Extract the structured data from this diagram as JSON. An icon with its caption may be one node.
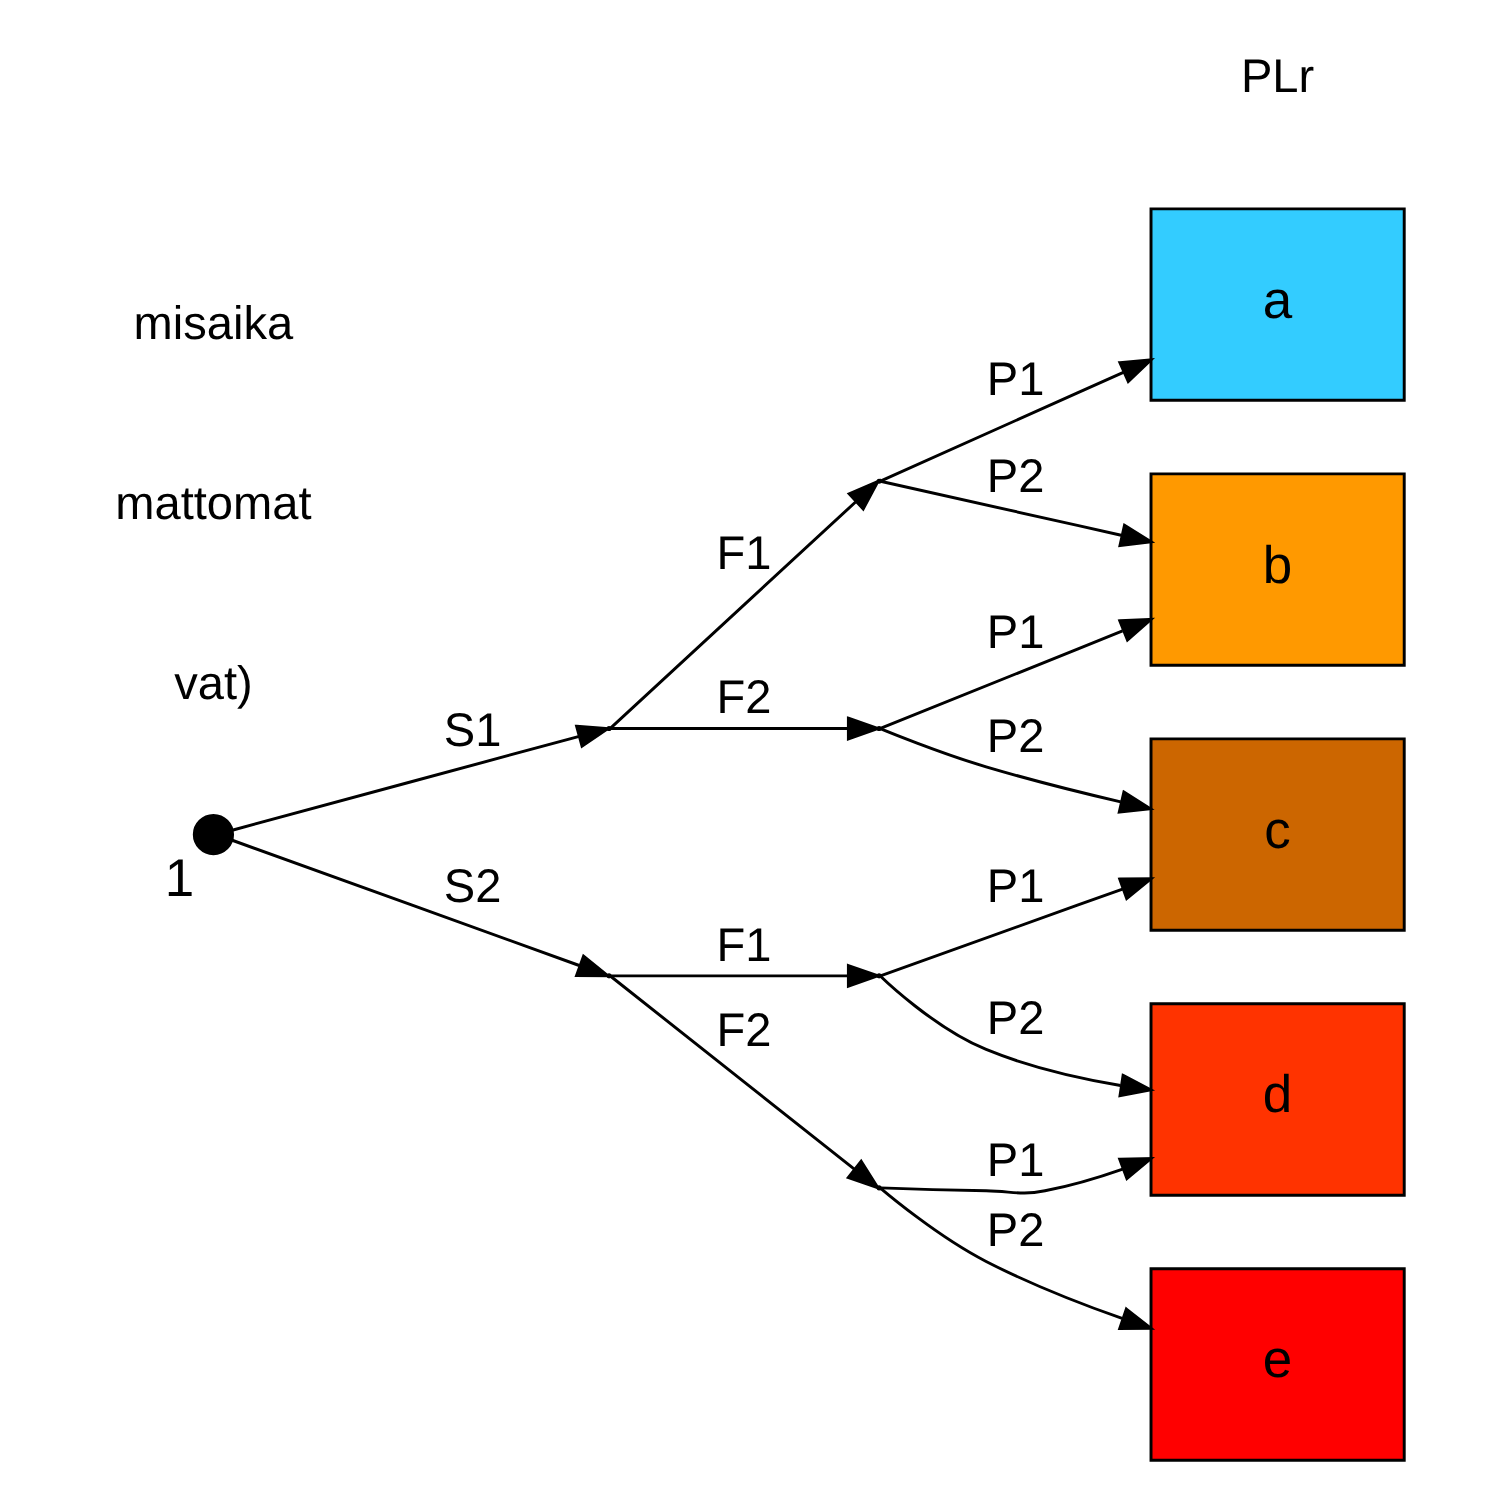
{
  "diagram": {
    "nodes": [
      {
        "text": [],
        "shape": "circle",
        "beside": [
          "1"
        ]
      },
      {
        "text": [],
        "shape": "point"
      },
      {
        "text": [],
        "shape": "point"
      },
      {
        "text": [],
        "shape": "point"
      },
      {
        "text": [],
        "shape": "point"
      },
      {
        "text": [],
        "shape": "point"
      },
      {
        "text": [],
        "shape": "point"
      },
      {
        "text": [
          "a"
        ]
      },
      {
        "text": [
          "b"
        ]
      },
      {
        "text": [
          "c"
        ]
      },
      {
        "text": [
          "d"
        ]
      },
      {
        "text": [
          "e"
        ]
      }
    ],
    "edges": [
      {
        "from": 0,
        "to": 1,
        "label": "S1",
        "arrow": "to"
      },
      {
        "from": 0,
        "to": 2,
        "label": "S2",
        "arrow": "to"
      },
      {
        "from": 1,
        "to": 3,
        "label": "F1",
        "arrow": "to"
      },
      {
        "from": 1,
        "to": 4,
        "label": "F2",
        "arrow": "to"
      },
      {
        "from": 2,
        "to": 5,
        "label": "F1",
        "arrow": "to"
      },
      {
        "from": 2,
        "to": 6,
        "label": "F2",
        "arrow": "to"
      },
      {
        "from": 3,
        "to": 7,
        "label": "P1",
        "arrow": "to"
      },
      {
        "from": 3,
        "to": 8,
        "label": "P2",
        "arrow": "to"
      },
      {
        "from": 4,
        "to": 8,
        "label": "P1",
        "arrow": "to"
      },
      {
        "from": 4,
        "to": 9,
        "label": "P2",
        "arrow": "to"
      },
      {
        "from": 5,
        "to": 9,
        "label": "P1",
        "arrow": "to"
      },
      {
        "from": 5,
        "to": 10,
        "label": "P2",
        "arrow": "to"
      },
      {
        "from": 6,
        "to": 10,
        "label": "P1",
        "arrow": "to"
      },
      {
        "from": 6,
        "to": 11,
        "label": "P2",
        "arrow": "to"
      }
    ],
    "labels": [
      "PLr",
      "vat)",
      "mattomat",
      "misaika"
    ]
  }
}
